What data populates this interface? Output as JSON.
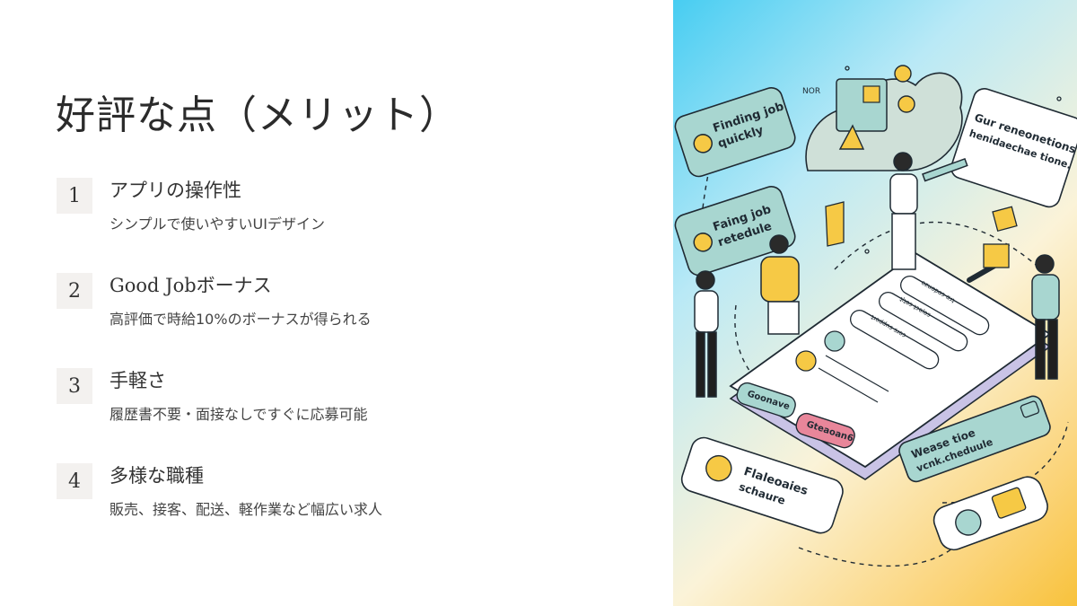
{
  "slide": {
    "title": "好評な点（メリット）",
    "items": [
      {
        "number": "1",
        "title": "アプリの操作性",
        "description": "シンプルで使いやすいUIデザイン"
      },
      {
        "number": "2",
        "title": "Good Jobボーナス",
        "description": "高評価で時給10%のボーナスが得られる"
      },
      {
        "number": "3",
        "title": "手軽さ",
        "description": "履歴書不要・面接なしですぐに応募可能"
      },
      {
        "number": "4",
        "title": "多様な職種",
        "description": "販売、接客、配送、軽作業など幅広い求人"
      }
    ]
  },
  "illustration": {
    "card_finding": [
      "Finding job",
      "quickly"
    ],
    "card_faing": [
      "Faing job",
      "retedule"
    ],
    "card_gur": [
      "Gur reneonetions",
      "henidaechae tione."
    ],
    "card_flaleoaies": [
      "Flaleoaies",
      "schaure"
    ],
    "card_wease": [
      "Wease tioe",
      "vcnk.cheduule"
    ],
    "btn_green": "Goonave",
    "btn_pink": "Gteaoan6",
    "list_items": [
      "ozuɑpɑɔ ɑɹʇ",
      "ʇlʇǝs ʇɔǝlǝs",
      "ʇɹoddns sɹoɔ"
    ],
    "label_nor": "NOR",
    "colors": {
      "teal": "#a8d6d0",
      "yellow": "#f6c945",
      "pink": "#e8869a",
      "outline": "#1f2a33"
    }
  }
}
